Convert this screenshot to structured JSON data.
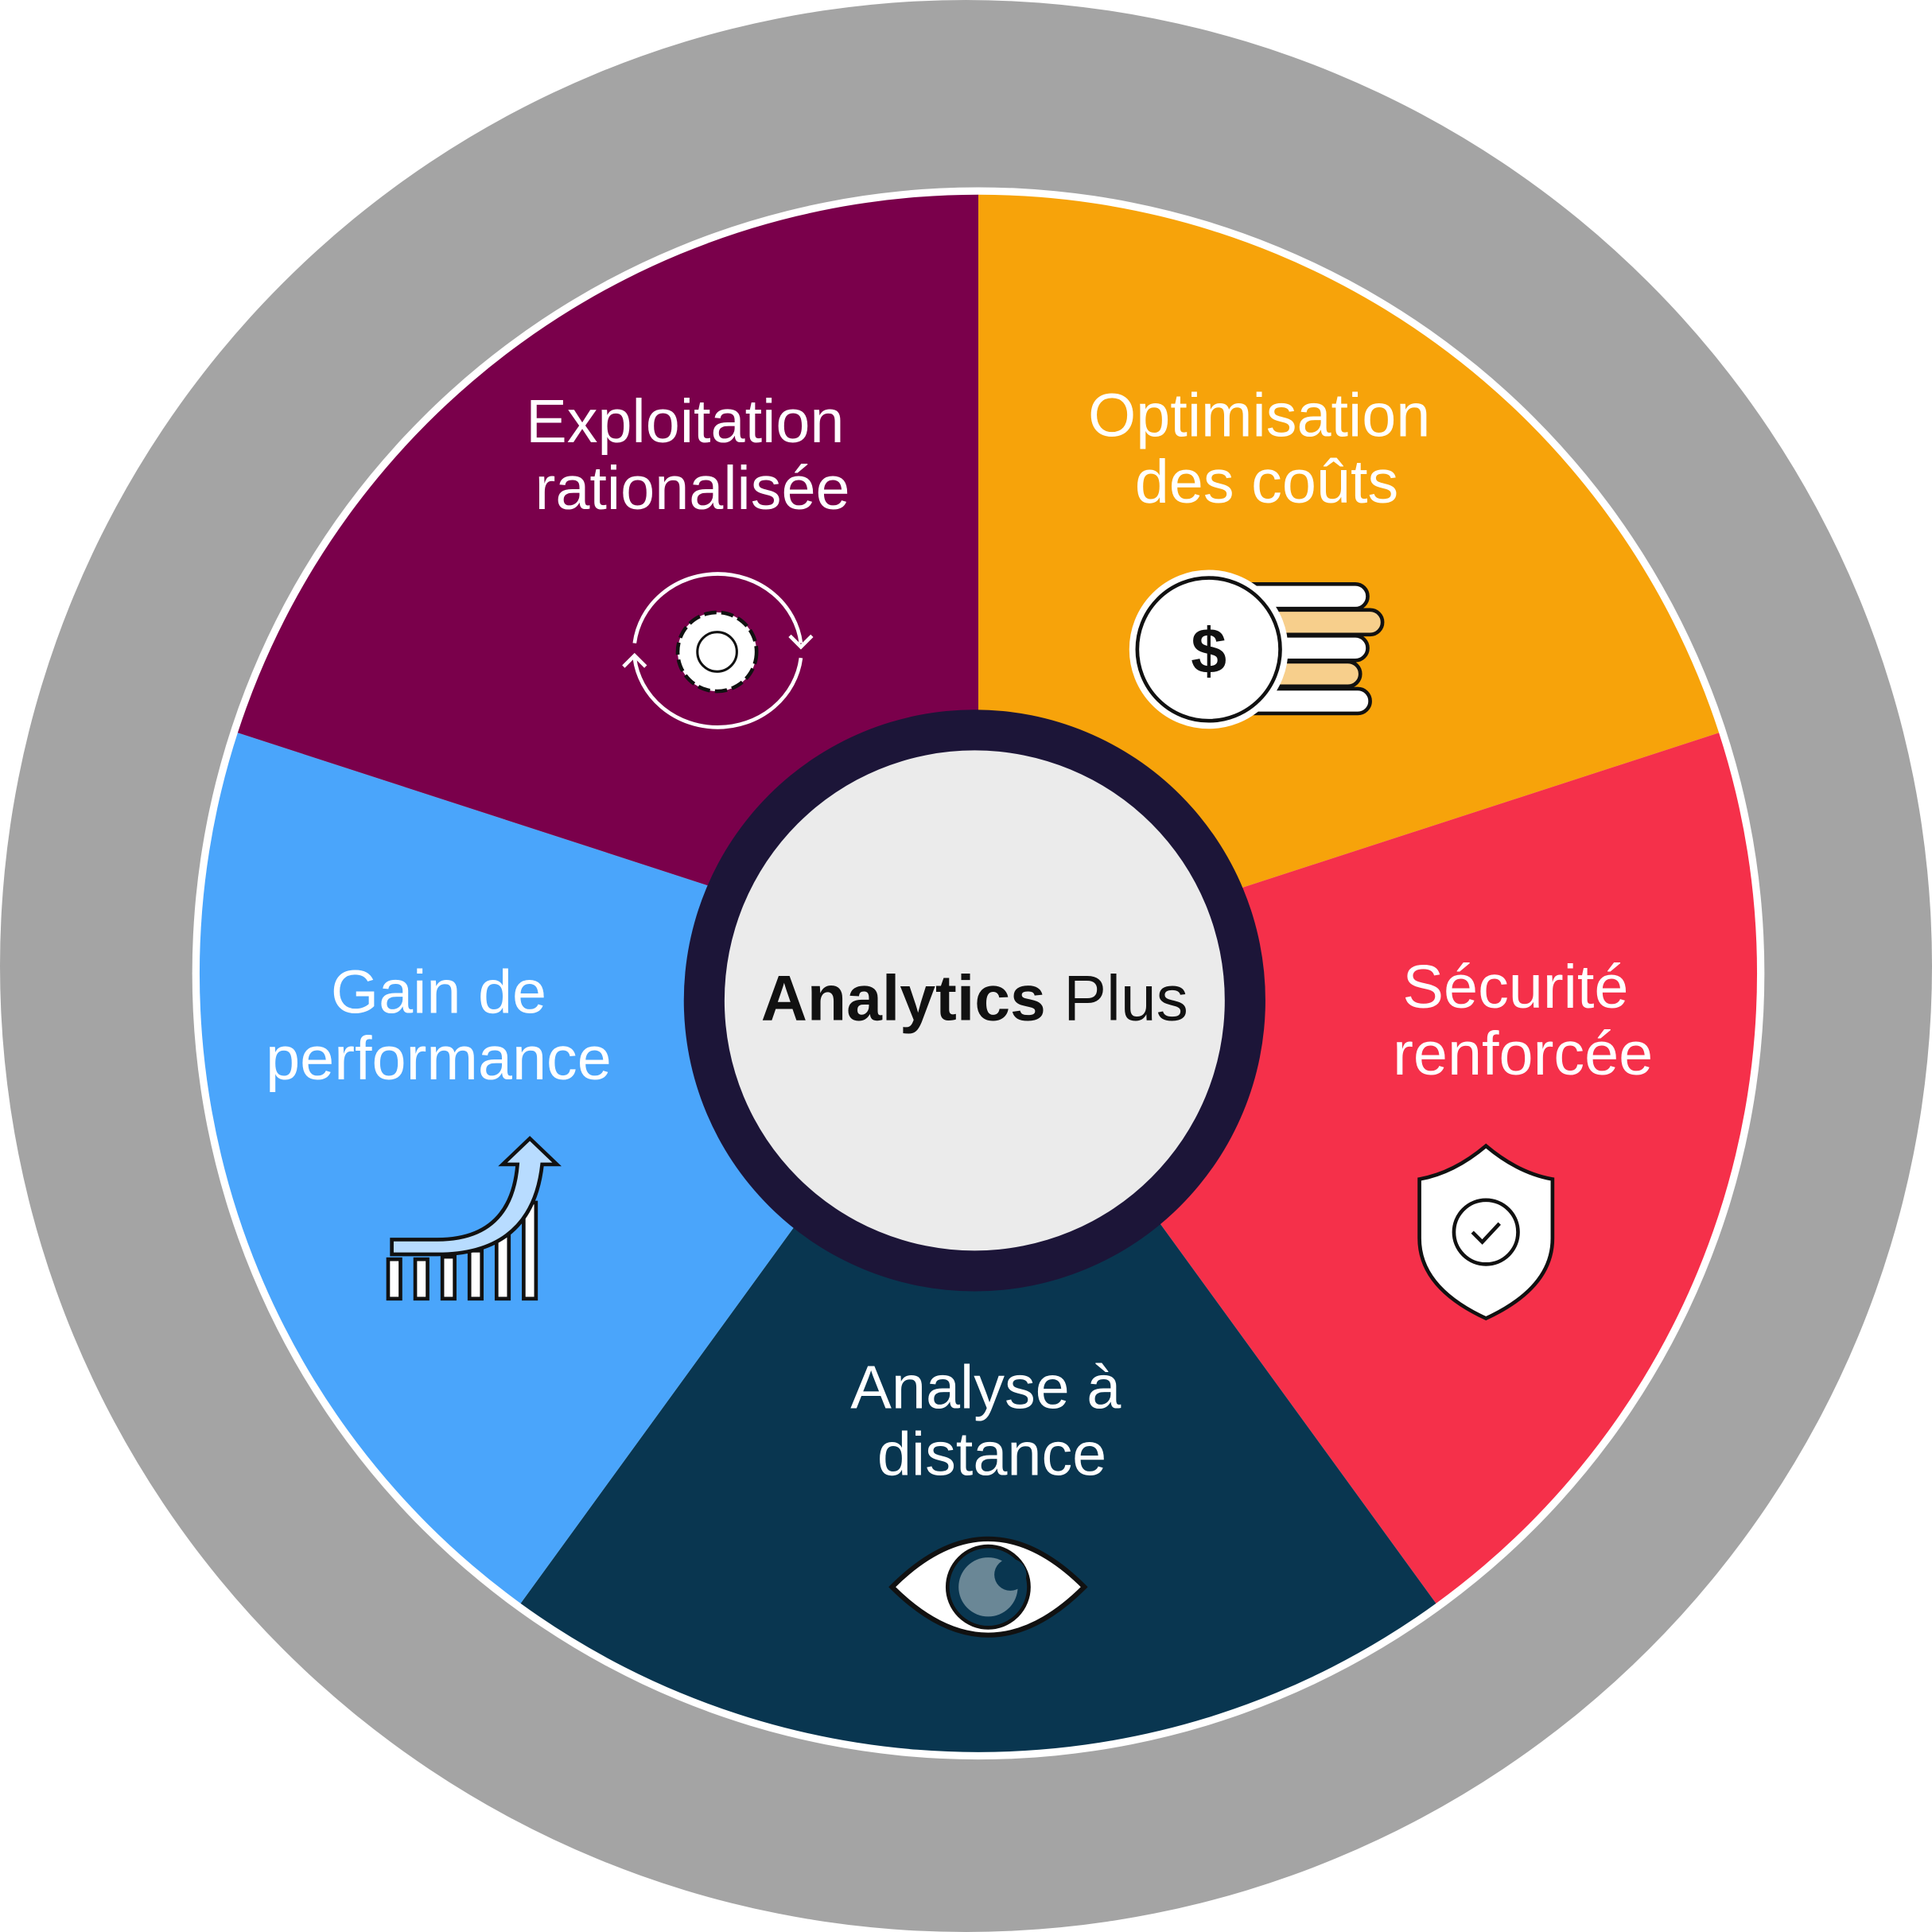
{
  "title": {
    "bold": "Analytics",
    "regular": "Plus"
  },
  "colors": {
    "outer_ring": "#a4a4a4",
    "center_ring": "#1c1538",
    "center_fill": "#ebebeb"
  },
  "segments": [
    {
      "line1": "Optimisation",
      "line2": "des coûts",
      "color": "#f7a30a",
      "icon": "dollar-coins-icon"
    },
    {
      "line1": "Sécurité",
      "line2": "renforcée",
      "color": "#f5304a",
      "icon": "shield-check-icon"
    },
    {
      "line1": "Analyse à",
      "line2": "distance",
      "color": "#093650",
      "icon": "eye-icon"
    },
    {
      "line1": "Gain de",
      "line2": "performance",
      "color": "#4aa5fb",
      "icon": "growth-chart-icon"
    },
    {
      "line1": "Exploitation",
      "line2": "rationalisée",
      "color": "#7a004b",
      "icon": "gear-cycle-icon"
    }
  ]
}
